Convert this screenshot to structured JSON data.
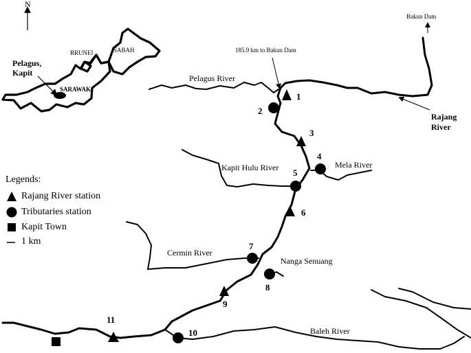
{
  "north_label": "N",
  "inset": {
    "pelagus_kapit": [
      "Pelagus,",
      "Kapit"
    ],
    "sarawak": "SARAWAK",
    "brunei": "BRUNEI",
    "sabah": "SABAH"
  },
  "labels": {
    "bakun_dam": "Bakun Dam",
    "distance_note": "185.9 km to Bakun Dam",
    "pelagus_river": "Pelagus River",
    "rajang_river": [
      "Rajang",
      "River"
    ],
    "kapit_hulu_river": "Kapit Hulu River",
    "mela_river": "Mela River",
    "cermin_river": "Cermin River",
    "nanga_senuang": "Nanga Senuang",
    "baleh_river": "Baleh River"
  },
  "stations": [
    {
      "num": "1",
      "type": "rajang"
    },
    {
      "num": "2",
      "type": "tributary"
    },
    {
      "num": "3",
      "type": "rajang"
    },
    {
      "num": "4",
      "type": "tributary"
    },
    {
      "num": "5",
      "type": "tributary"
    },
    {
      "num": "6",
      "type": "rajang"
    },
    {
      "num": "7",
      "type": "tributary"
    },
    {
      "num": "8",
      "type": "tributary"
    },
    {
      "num": "9",
      "type": "rajang"
    },
    {
      "num": "10",
      "type": "tributary"
    },
    {
      "num": "11",
      "type": "rajang"
    }
  ],
  "legend": {
    "title": "Legends:",
    "items": [
      {
        "symbol": "triangle",
        "label": "Rajang River station"
      },
      {
        "symbol": "circle",
        "label": "Tributaries station"
      },
      {
        "symbol": "square",
        "label": "Kapit Town"
      },
      {
        "symbol": "line",
        "label": "1 km"
      }
    ]
  }
}
